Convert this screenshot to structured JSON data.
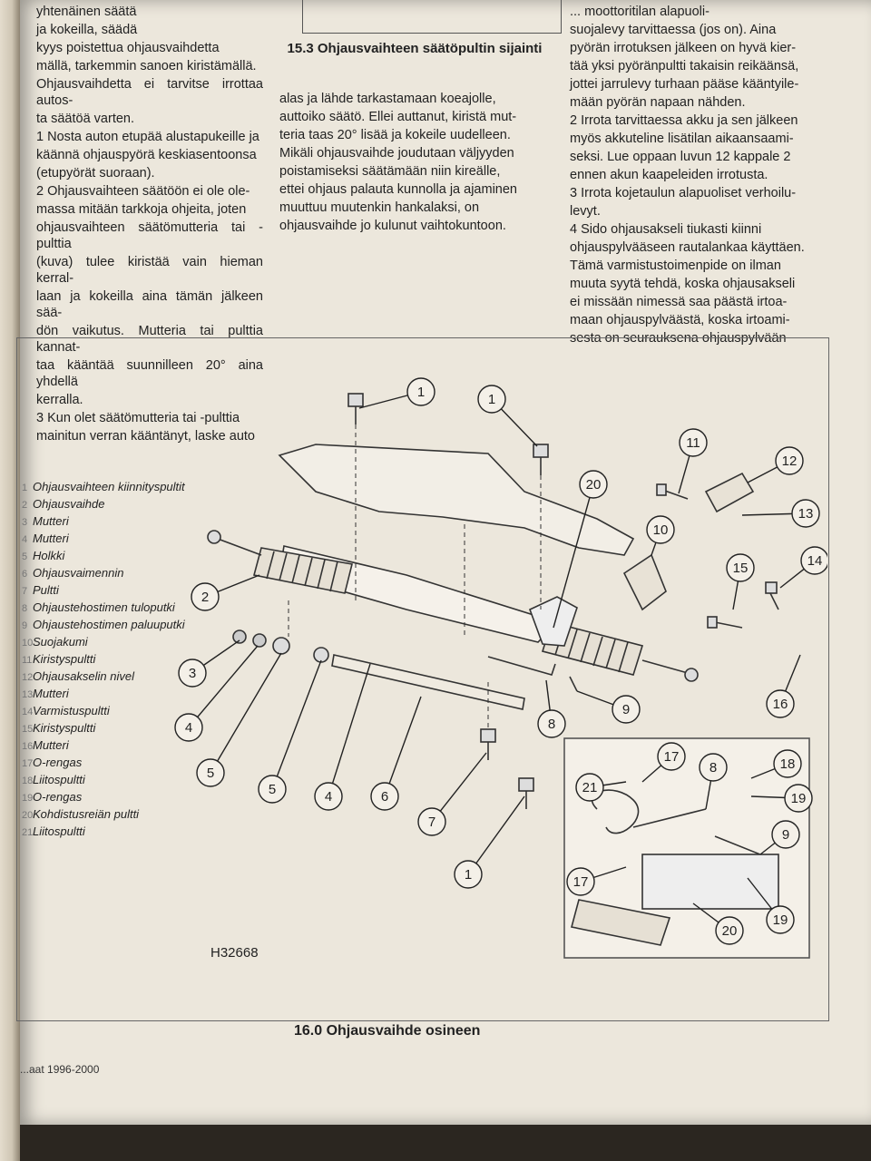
{
  "left_column": [
    "yhtenäinen säätä",
    "ja kokeilla, säädä",
    "kyys poistettua ohjausvaihdetta",
    "mällä, tarkemmin sanoen kiristämällä.",
    "Ohjausvaihdetta ei tarvitse irrottaa autos-",
    "ta säätöä varten.",
    "1 Nosta auton etupää alustapukeille ja",
    "käännä ohjauspyörä keskiasentoonsa",
    "(etupyörät suoraan).",
    "2 Ohjausvaihteen säätöön ei ole ole-",
    "massa mitään tarkkoja ohjeita, joten",
    "ohjausvaihteen säätömutteria tai -pulttia",
    "(kuva) tulee kiristää vain hieman kerral-",
    "laan ja kokeilla aina tämän jälkeen sää-",
    "dön vaikutus. Mutteria tai pulttia kannat-",
    "taa kääntää suunnilleen 20° aina yhdellä",
    "kerralla.",
    "3 Kun olet säätömutteria tai -pulttia",
    "mainitun verran kääntänyt, laske auto"
  ],
  "top_figure_caption": "15.3 Ohjausvaihteen säätöpultin sijainti",
  "middle_column": [
    "alas ja lähde tarkastamaan koeajolle,",
    "auttoiko säätö. Ellei auttanut, kiristä mut-",
    "teria taas 20° lisää ja kokeile uudelleen.",
    "Mikäli ohjausvaihde joudutaan väljyyden",
    "poistamiseksi säätämään niin kireälle,",
    "ettei ohjaus palauta kunnolla ja ajaminen",
    "muuttuu muutenkin hankalaksi, on",
    "ohjausvaihde jo kulunut vaihtokuntoon."
  ],
  "right_column": [
    "... moottoritilan alapuoli-",
    "suojalevy tarvittaessa (jos on). Aina",
    "pyörän irrotuksen jälkeen on hyvä kier-",
    "tää yksi pyöränpultti takaisin reikäänsä,",
    "jottei jarrulevy turhaan pääse kääntyile-",
    "mään pyörän napaan nähden.",
    "2 Irrota tarvittaessa akku ja sen jälkeen",
    "myös akkuteline lisätilan aikaansaami-",
    "seksi. Lue oppaan luvun 12 kappale 2",
    "ennen akun kaapeleiden irrotusta.",
    "3 Irrota kojetaulun alapuoliset verhoilu-",
    "levyt.",
    "4 Sido ohjausakseli tiukasti kiinni",
    "ohjauspylvääseen rautalankaa käyttäen.",
    "Tämä varmistustoimenpide on ilman",
    "muuta syytä tehdä, koska ohjausakseli",
    "ei missään nimessä saa päästä irtoa-",
    "maan ohjauspylväästä, koska irtoami-",
    "sesta on seurauksena ohjauspylvään"
  ],
  "legend": [
    {
      "n": "1",
      "label": "Ohjausvaihteen kiinnityspultit"
    },
    {
      "n": "2",
      "label": "Ohjausvaihde"
    },
    {
      "n": "3",
      "label": "Mutteri"
    },
    {
      "n": "4",
      "label": "Mutteri"
    },
    {
      "n": "5",
      "label": "Holkki"
    },
    {
      "n": "6",
      "label": "Ohjausvaimennin"
    },
    {
      "n": "7",
      "label": "Pultti"
    },
    {
      "n": "8",
      "label": "Ohjaustehostimen tuloputki"
    },
    {
      "n": "9",
      "label": "Ohjaustehostimen paluuputki"
    },
    {
      "n": "10",
      "label": "Suojakumi"
    },
    {
      "n": "11",
      "label": "Kiristyspultti"
    },
    {
      "n": "12",
      "label": "Ohjausakselin nivel"
    },
    {
      "n": "13",
      "label": "Mutteri"
    },
    {
      "n": "14",
      "label": "Varmistuspultti"
    },
    {
      "n": "15",
      "label": "Kiristyspultti"
    },
    {
      "n": "16",
      "label": "Mutteri"
    },
    {
      "n": "17",
      "label": "O-rengas"
    },
    {
      "n": "18",
      "label": "Liitospultti"
    },
    {
      "n": "19",
      "label": "O-rengas"
    },
    {
      "n": "20",
      "label": "Kohdistusreiän pultti"
    },
    {
      "n": "21",
      "label": "Liitospultti"
    }
  ],
  "callouts": {
    "c1a": "1",
    "c1b": "1",
    "c1c": "1",
    "c2": "2",
    "c3": "3",
    "c4a": "4",
    "c4b": "4",
    "c5a": "5",
    "c5b": "5",
    "c6": "6",
    "c7": "7",
    "c8a": "8",
    "c8b": "8",
    "c9a": "9",
    "c9b": "9",
    "c10": "10",
    "c11": "11",
    "c12": "12",
    "c13": "13",
    "c14": "14",
    "c15": "15",
    "c16": "16",
    "c17a": "17",
    "c17b": "17",
    "c18": "18",
    "c19a": "19",
    "c19b": "19",
    "c20a": "20",
    "c20b": "20",
    "c21": "21"
  },
  "figure_code": "H32668",
  "figure_caption": "16.0 Ohjausvaihde osineen",
  "footer": "...aat 1996-2000"
}
